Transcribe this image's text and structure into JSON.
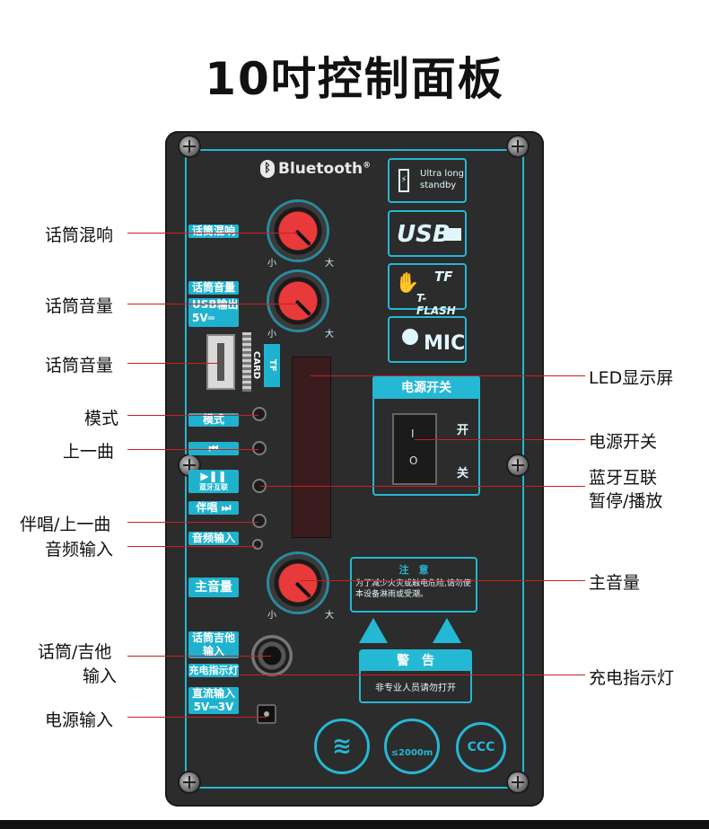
{
  "title": "10吋控制面板",
  "panel": {
    "bluetooth": "Bluetooth",
    "bluetooth_reg": "®",
    "feature_ultra": "Ultra long standby",
    "feature_usb": "USB",
    "feature_tf": "T-FLASH",
    "feature_tf_logo": "TF",
    "feature_mic": "MIC",
    "tag_reverb": "话筒混响",
    "tag_mic_vol": "话筒音量",
    "tag_usb_out": "USB输出",
    "tag_usb_volt": "5V═",
    "tag_tf": "TF CARD",
    "tag_mode": "模式",
    "tag_prev": "⏮",
    "tag_playpause": "▶❚❚",
    "tag_bt_link": "蓝牙互联",
    "tag_accomp": "伴唱 ⏭",
    "tag_audio_in": "音频输入",
    "tag_master": "主音量",
    "tag_mic_guitar_1": "话筒吉他",
    "tag_mic_guitar_2": "输入",
    "tag_charge": "充电指示灯",
    "tag_dc_1": "直流输入",
    "tag_dc_2": "5V⎓3V",
    "knob_min": "小",
    "knob_max": "大",
    "power_title": "电源开关",
    "power_on": "开",
    "power_off": "关",
    "switch_i": "I",
    "switch_o": "O",
    "notice_title": "注　意",
    "notice_text": "为了减少火灾或触电危险,请勿使本设备淋雨或受潮。",
    "warning_title": "警　告",
    "warning_text": "非专业人员请勿打开",
    "badge_water": "≋",
    "badge_altitude": "≤2000m",
    "badge_ccc": "CCC"
  },
  "callouts": {
    "reverb": "话筒混响",
    "mic_vol": "话筒音量",
    "mic_vol_2": "话筒音量",
    "mode": "模式",
    "prev": "上一曲",
    "accomp_prev": "伴唱/上一曲",
    "audio_in": "音频输入",
    "mic_guitar_1": "话筒/吉他",
    "mic_guitar_2": "输入",
    "power_in": "电源输入",
    "led": "LED显示屏",
    "power_switch": "电源开关",
    "bt_link_1": "蓝牙互联",
    "bt_link_2": "暂停/播放",
    "master_vol": "主音量",
    "charge_led": "充电指示灯"
  },
  "colors": {
    "accent": "#25b8d4",
    "panel": "#2c2c2c",
    "knob": "#e83a3a",
    "leader_line": "#cc1f1f"
  }
}
